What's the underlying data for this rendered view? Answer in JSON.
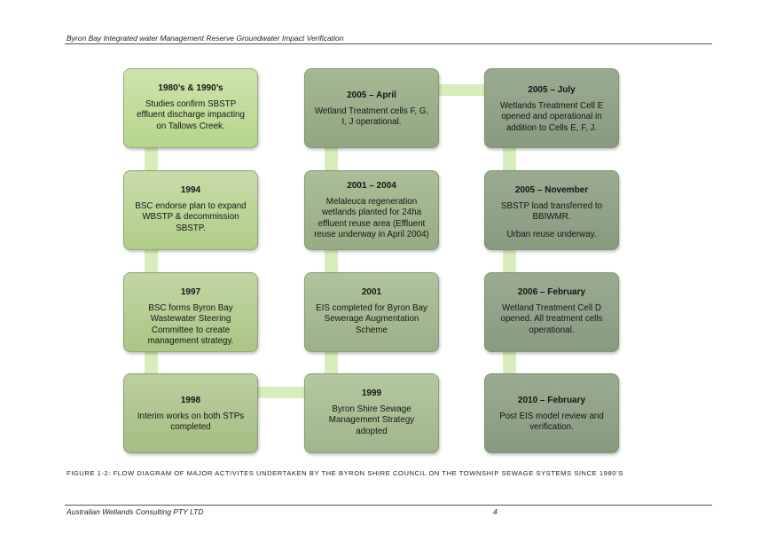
{
  "header": {
    "title": "Byron Bay Integrated water Management Reserve Groundwater Impact Verification"
  },
  "diagram": {
    "boxes": [
      {
        "title": "1980’s & 1990’s",
        "body": "Studies confirm SBSTP\neffluent discharge impacting\non Tallows Creek."
      },
      {
        "title": "1994",
        "body": "BSC endorse plan to expand\nWBSTP & decommission\nSBSTP."
      },
      {
        "title": "1997",
        "body": "BSC forms Byron Bay\nWastewater Steering\nCommittee to create\nmanagement strategy."
      },
      {
        "title": "1998",
        "body": "Interim works on both STPs\ncompleted"
      },
      {
        "title": "1999",
        "body": "Byron Shire Sewage\nManagement Strategy\nadopted"
      },
      {
        "title": "2001",
        "body": "EIS completed for Byron Bay\nSewerage Augmentation\nScheme"
      },
      {
        "title": "2001 – 2004",
        "body": "Melaleuca regeneration\nwetlands planted for 24ha\neffluent reuse area (Effluent\nreuse underway in April 2004)"
      },
      {
        "title": "2005 – April",
        "body": "Wetland Treatment cells F, G,\nI, J operational."
      },
      {
        "title": "2005 – July",
        "body": "Wetlands Treatment Cell E\nopened and operational in\naddition to Cells E, F, J."
      },
      {
        "title": "2005 – November",
        "body": "SBSTP load transferred to\nBBIWMR.",
        "body2": "Urban reuse underway."
      },
      {
        "title": "2006 – February",
        "body": "Wetland Treatment Cell D\nopened.  All treatment cells\noperational."
      },
      {
        "title": "2010 – February",
        "body": "Post EIS model review and\nverification."
      }
    ]
  },
  "caption": "FIGURE 1-2: FLOW DIAGRAM OF MAJOR ACTIVITES UNDERTAKEN BY THE BYRON SHIRE COUNCIL ON THE TOWNSHIP SEWAGE SYSTEMS SINCE 1980’S",
  "footer": {
    "company": "Australian Wetlands Consulting PTY LTD",
    "page": "4"
  }
}
